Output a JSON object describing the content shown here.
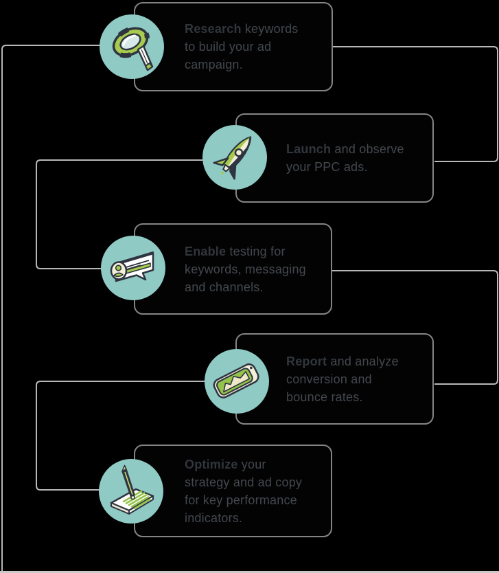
{
  "diagram": {
    "type": "workflow-flowchart",
    "background_color": "#000000",
    "card_border_color": "#858585",
    "connector_color": "#b8b8b8",
    "circle_color": "#8fcac4",
    "text_color": "#43484e",
    "lead_text_color": "#31363c",
    "icon_green": "#a6cb4f",
    "icon_dark": "#2e3440",
    "icon_cream": "#f3efd8",
    "bottom_strip_color": "#c9c9c9"
  },
  "steps": [
    {
      "icon": "magnifier-icon",
      "lead": "Research",
      "lines": [
        " keywords",
        "to build your ad",
        "campaign."
      ],
      "full_text": "Research keywords to build your ad campaign."
    },
    {
      "icon": "rocket-icon",
      "lead": "Launch",
      "lines": [
        " and observe",
        "your PPC ads."
      ],
      "full_text": "Launch and observe your PPC ads."
    },
    {
      "icon": "chat-bubble-icon",
      "lead": "Enable",
      "lines": [
        " testing for",
        "keywords, messaging",
        "and channels."
      ],
      "full_text": "Enable testing for keywords, messaging and channels."
    },
    {
      "icon": "phone-chart-icon",
      "lead": "Report",
      "lines": [
        " and analyze",
        "conversion and",
        "bounce rates."
      ],
      "full_text": "Report and analyze conversion and bounce rates."
    },
    {
      "icon": "pen-paper-icon",
      "lead": "Optimize",
      "lines": [
        " your",
        "strategy and ad copy",
        "for key performance",
        "indicators."
      ],
      "full_text": "Optimize your strategy and ad copy for key performance indicators."
    }
  ]
}
